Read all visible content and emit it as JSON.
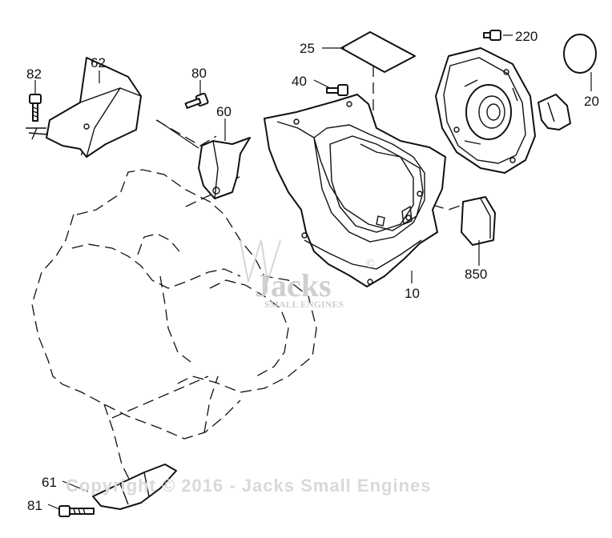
{
  "callouts": {
    "c82": "82",
    "c62": "62",
    "c80": "80",
    "c60": "60",
    "c40": "40",
    "c25": "25",
    "c220": "220",
    "c20": "20",
    "c10": "10",
    "c850": "850",
    "c61": "61",
    "c81": "81"
  },
  "watermark": {
    "copyright": "Copyright © 2016 - Jacks Small Engines",
    "logo_main": "Jacks",
    "logo_registered": "©",
    "logo_sub": "SMALL ENGINES"
  }
}
